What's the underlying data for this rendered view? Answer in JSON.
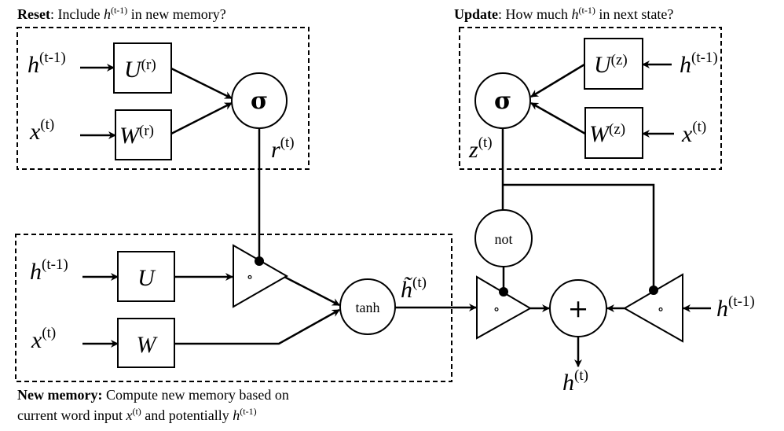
{
  "reset": {
    "title_bold": "Reset",
    "title_rest_1": ": Include ",
    "title_var": "h",
    "title_sup": "(t-1)",
    "title_rest_2": " in new memory?",
    "h_label": {
      "base": "h",
      "sup": "(t-1)"
    },
    "x_label": {
      "base": "x",
      "sup": "(t)"
    },
    "U_box": {
      "base": "U",
      "sup": "(r)"
    },
    "W_box": {
      "base": "W",
      "sup": "(r)"
    },
    "sigma": "σ",
    "r_label": {
      "base": "r",
      "sup": "(t)"
    }
  },
  "update": {
    "title_bold": "Update",
    "title_rest_1": ": How much ",
    "title_var": "h",
    "title_sup": "(t-1)",
    "title_rest_2": " in next state?",
    "h_label": {
      "base": "h",
      "sup": "(t-1)"
    },
    "x_label": {
      "base": "x",
      "sup": "(t)"
    },
    "U_box": {
      "base": "U",
      "sup": "(z)"
    },
    "W_box": {
      "base": "W",
      "sup": "(z)"
    },
    "sigma": "σ",
    "z_label": {
      "base": "z",
      "sup": "(t)"
    }
  },
  "new_memory": {
    "title_bold": "New memory:",
    "line1_rest": " Compute new memory based on",
    "line2_a": "current word input ",
    "line2_x": "x",
    "line2_x_sup": "(t)",
    "line2_b": " and potentially ",
    "line2_h": "h",
    "line2_h_sup": "(t-1)",
    "h_label": {
      "base": "h",
      "sup": "(t-1)"
    },
    "x_label": {
      "base": "x",
      "sup": "(t)"
    },
    "U_box": "U",
    "W_box": "W",
    "tanh": "tanh",
    "htilde_label": {
      "base": "h̃",
      "sup": "(t)"
    }
  },
  "output": {
    "not": "not",
    "plus": "+",
    "h_prev_label": {
      "base": "h",
      "sup": "(t-1)"
    },
    "h_out_label": {
      "base": "h",
      "sup": "(t)"
    },
    "gate_symbol": "∘"
  }
}
